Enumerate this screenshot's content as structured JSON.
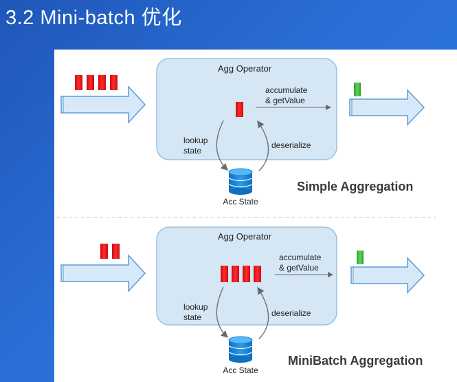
{
  "slide": {
    "title": "3.2  Mini-batch 优化"
  },
  "simple": {
    "operator_title": "Agg Operator",
    "accumulate_line1": "accumulate",
    "accumulate_line2": "& getValue",
    "lookup_line1": "lookup",
    "lookup_line2": "state",
    "deserialize": "deserialize",
    "state_label": "Acc State",
    "caption": "Simple Aggregation",
    "incoming_records": 4,
    "buffered_records": 1
  },
  "minibatch": {
    "operator_title": "Agg Operator",
    "accumulate_line1": "accumulate",
    "accumulate_line2": "& getValue",
    "lookup_line1": "lookup",
    "lookup_line2": "state",
    "deserialize": "deserialize",
    "state_label": "Acc State",
    "caption": "MiniBatch Aggregation",
    "incoming_records": 2,
    "buffered_records": 4
  },
  "colors": {
    "record": "#e8141a",
    "output": "#3dbb3d",
    "operator_fill": "#d5e6f4",
    "operator_border": "#9cc0e0",
    "arrow_fill": "#d7e9f8",
    "arrow_stroke": "#5e9ad6",
    "database": "#1a86d8",
    "curve": "#6a6a6a",
    "caption": "#3a3a3a"
  }
}
